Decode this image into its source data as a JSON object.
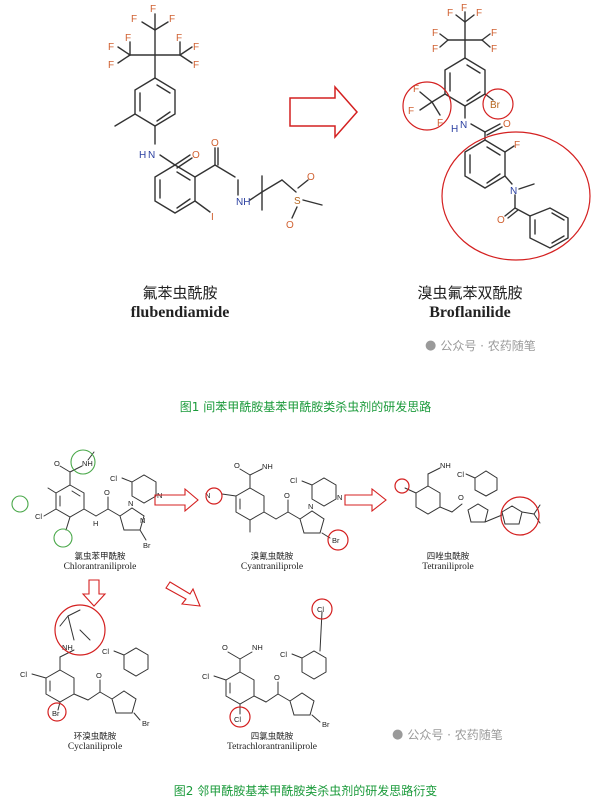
{
  "fig1": {
    "left": {
      "cn": "氟苯虫酰胺",
      "en": "flubendiamide"
    },
    "right": {
      "cn": "溴虫氟苯双酰胺",
      "en": "Broflanilide"
    },
    "caption": "图1  间苯甲酰胺基苯甲酰胺类杀虫剂的研发思路",
    "watermark": "公众号 · 农药随笔"
  },
  "fig2": {
    "compounds": [
      {
        "cn": "氯虫苯甲酰胺",
        "en": "Chlorantraniliprole"
      },
      {
        "cn": "溴氰虫酰胺",
        "en": "Cyantraniliprole"
      },
      {
        "cn": "四唑虫酰胺",
        "en": "Tetraniliprole"
      },
      {
        "cn": "环溴虫酰胺",
        "en": "Cyclaniliprole"
      },
      {
        "cn": "四氯虫酰胺",
        "en": "Tetrachlorantraniliprole"
      }
    ],
    "caption": "图2  邻甲酰胺基苯甲酰胺类杀虫剂的研发思路衍变",
    "watermark": "公众号 · 农药随笔"
  },
  "atoms": {
    "F": "F",
    "N": "N",
    "H": "H",
    "O": "O",
    "I": "I",
    "S": "S",
    "Br": "Br",
    "Cl": "Cl",
    "NH": "NH"
  },
  "colors": {
    "bond": "#333333",
    "hetero": "#d06030",
    "nitrogen": "#2a3fa0",
    "bromine": "#b5651d",
    "highlight": "#d42020",
    "caption": "#1a9a3a",
    "green_circle": "#4aa84a"
  }
}
